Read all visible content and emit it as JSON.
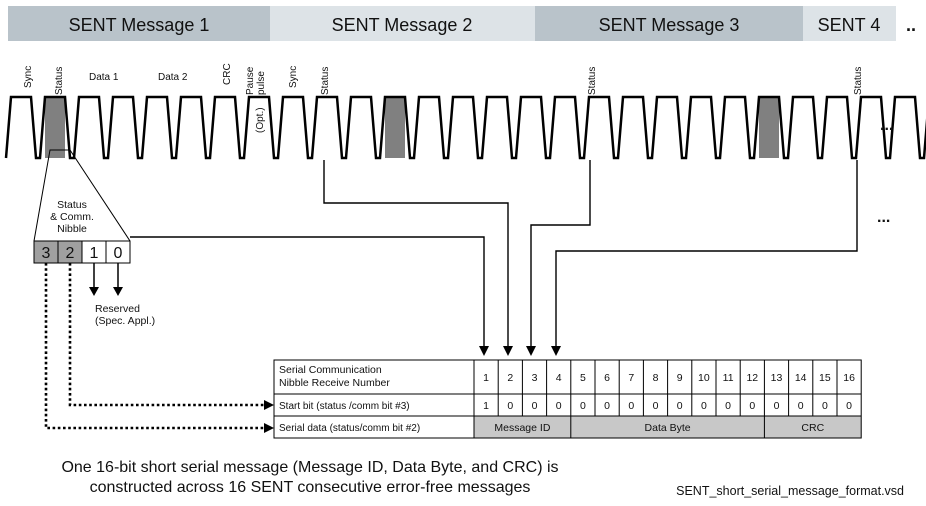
{
  "banner": {
    "segments": [
      {
        "label": "SENT Message 1",
        "fill": "#b9c3ca"
      },
      {
        "label": "SENT Message 2",
        "fill": "#dde3e7"
      },
      {
        "label": "SENT Message 3",
        "fill": "#b9c3ca"
      },
      {
        "label": "SENT 4",
        "fill": "#dde3e7"
      }
    ],
    "continuation": ".."
  },
  "waveform": {
    "labels": [
      "Sync",
      "Status",
      "Data 1",
      "Data 2",
      "CRC",
      "Pause pulse",
      "(Opt.)",
      "Sync",
      "Status",
      "Status",
      "Status"
    ],
    "continuation": "...",
    "status_fill": "#808080"
  },
  "nibble": {
    "title_lines": [
      "Status",
      "& Comm.",
      "Nibble"
    ],
    "bits": [
      "3",
      "2",
      "1",
      "0"
    ],
    "reserved_lines": [
      "Reserved",
      "(Spec. Appl.)"
    ],
    "continuation": "..."
  },
  "table": {
    "header_label_lines": [
      "Serial Communication",
      "Nibble Receive Number"
    ],
    "numbers": [
      "1",
      "2",
      "3",
      "4",
      "5",
      "6",
      "7",
      "8",
      "9",
      "10",
      "11",
      "12",
      "13",
      "14",
      "15",
      "16"
    ],
    "start_bit_label": "Start bit  (status /comm bit #3)",
    "start_bits": [
      "1",
      "0",
      "0",
      "0",
      "0",
      "0",
      "0",
      "0",
      "0",
      "0",
      "0",
      "0",
      "0",
      "0",
      "0",
      "0"
    ],
    "serial_data_label": "Serial data  (status/comm bit #2)",
    "fields": [
      {
        "label": "Message ID",
        "span": 4
      },
      {
        "label": "Data Byte",
        "span": 8
      },
      {
        "label": "CRC",
        "span": 4
      }
    ],
    "field_fill": "#c8c8c8"
  },
  "caption": {
    "line1": "One 16-bit short serial message (Message ID, Data Byte, and CRC) is",
    "line2": "constructed across 16 SENT consecutive error-free messages"
  },
  "filename": "SENT_short_serial_message_format.vsd"
}
